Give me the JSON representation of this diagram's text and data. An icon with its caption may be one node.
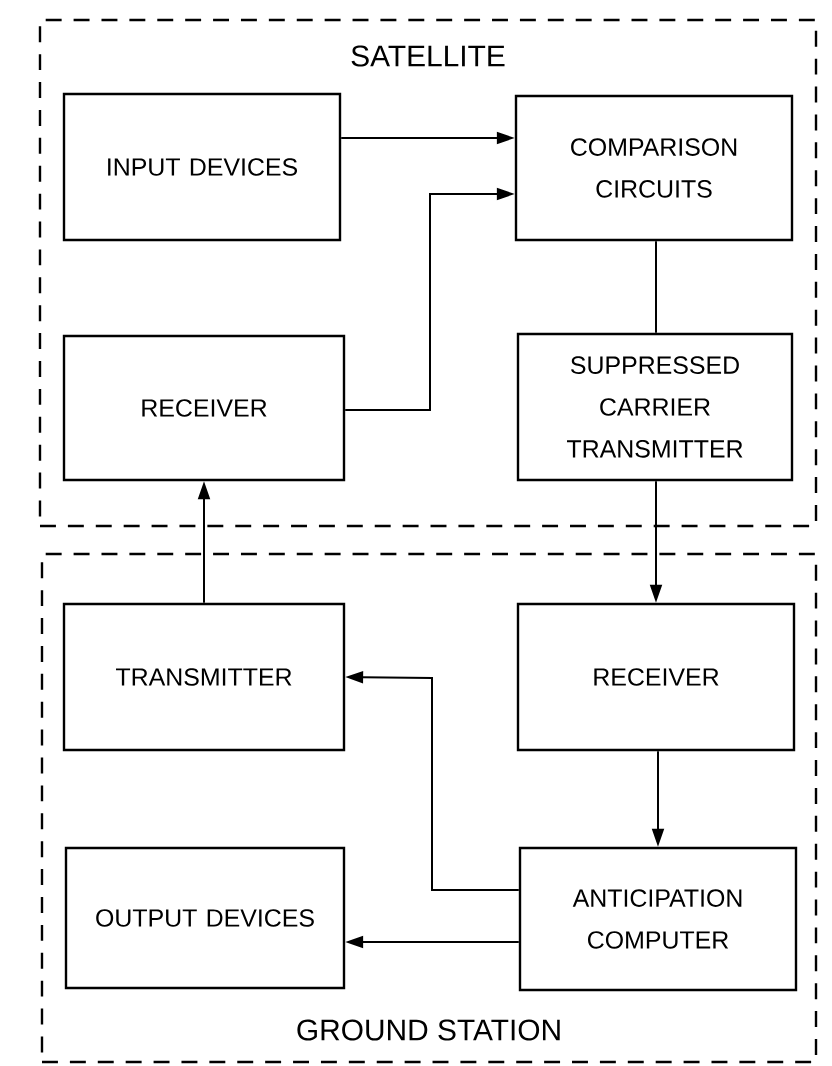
{
  "diagram": {
    "nodes": [
      {
        "text": [
          "SATELLITE"
        ]
      },
      {
        "text": [
          "INPUT DEVICES"
        ],
        "in": 0
      },
      {
        "text": [
          "COMPARISON CIRCUITS"
        ],
        "in": 0
      },
      {
        "text": [
          "RECEIVER"
        ],
        "in": 0
      },
      {
        "text": [
          "SUPPRESSED CARRIER TRANSMITTER"
        ],
        "in": 0
      },
      {
        "text": [
          "GROUND STATION"
        ]
      },
      {
        "text": [
          "TRANSMITTER"
        ],
        "in": 5
      },
      {
        "text": [
          "RECEIVER"
        ],
        "in": 5
      },
      {
        "text": [
          "ANTICIPATION COMPUTER"
        ],
        "in": 5
      },
      {
        "text": [
          "OUTPUT DEVICES"
        ],
        "in": 5
      }
    ],
    "edges": [
      {
        "from": 1,
        "to": 2,
        "arrow": "to"
      },
      {
        "from": 3,
        "to": 2,
        "arrow": "to"
      },
      {
        "from": 2,
        "to": 4,
        "arrow": "none"
      },
      {
        "from": 4,
        "to": 7,
        "arrow": "to"
      },
      {
        "from": 6,
        "to": 3,
        "arrow": "to"
      },
      {
        "from": 7,
        "to": 8,
        "arrow": "to"
      },
      {
        "from": 8,
        "to": 6,
        "arrow": "to"
      },
      {
        "from": 8,
        "to": 9,
        "arrow": "to"
      }
    ]
  }
}
